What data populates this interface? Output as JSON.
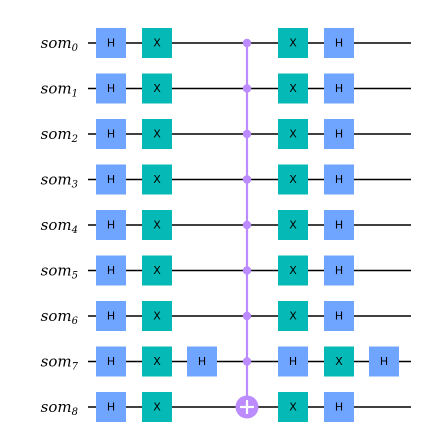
{
  "colors": {
    "wire": "#000000",
    "h_gate": "#6fa4ff",
    "x_gate": "#05bab6",
    "control": "#bb8bff",
    "gate_text": "#000000"
  },
  "qubits": [
    {
      "name": "som",
      "index": "0"
    },
    {
      "name": "som",
      "index": "1"
    },
    {
      "name": "som",
      "index": "2"
    },
    {
      "name": "som",
      "index": "3"
    },
    {
      "name": "som",
      "index": "4"
    },
    {
      "name": "som",
      "index": "5"
    },
    {
      "name": "som",
      "index": "6"
    },
    {
      "name": "som",
      "index": "7"
    },
    {
      "name": "som",
      "index": "8"
    }
  ],
  "gates": [
    {
      "label": "H",
      "type": "h",
      "qubit": 0,
      "step": 0
    },
    {
      "label": "H",
      "type": "h",
      "qubit": 1,
      "step": 0
    },
    {
      "label": "H",
      "type": "h",
      "qubit": 2,
      "step": 0
    },
    {
      "label": "H",
      "type": "h",
      "qubit": 3,
      "step": 0
    },
    {
      "label": "H",
      "type": "h",
      "qubit": 4,
      "step": 0
    },
    {
      "label": "H",
      "type": "h",
      "qubit": 5,
      "step": 0
    },
    {
      "label": "H",
      "type": "h",
      "qubit": 6,
      "step": 0
    },
    {
      "label": "H",
      "type": "h",
      "qubit": 7,
      "step": 0
    },
    {
      "label": "H",
      "type": "h",
      "qubit": 8,
      "step": 0
    },
    {
      "label": "X",
      "type": "x",
      "qubit": 0,
      "step": 1
    },
    {
      "label": "X",
      "type": "x",
      "qubit": 1,
      "step": 1
    },
    {
      "label": "X",
      "type": "x",
      "qubit": 2,
      "step": 1
    },
    {
      "label": "X",
      "type": "x",
      "qubit": 3,
      "step": 1
    },
    {
      "label": "X",
      "type": "x",
      "qubit": 4,
      "step": 1
    },
    {
      "label": "X",
      "type": "x",
      "qubit": 5,
      "step": 1
    },
    {
      "label": "X",
      "type": "x",
      "qubit": 6,
      "step": 1
    },
    {
      "label": "X",
      "type": "x",
      "qubit": 7,
      "step": 1
    },
    {
      "label": "X",
      "type": "x",
      "qubit": 8,
      "step": 1
    },
    {
      "label": "H",
      "type": "h",
      "qubit": 7,
      "step": 2
    },
    {
      "label": "X",
      "type": "x",
      "qubit": 0,
      "step": 4
    },
    {
      "label": "X",
      "type": "x",
      "qubit": 1,
      "step": 4
    },
    {
      "label": "X",
      "type": "x",
      "qubit": 2,
      "step": 4
    },
    {
      "label": "X",
      "type": "x",
      "qubit": 3,
      "step": 4
    },
    {
      "label": "X",
      "type": "x",
      "qubit": 4,
      "step": 4
    },
    {
      "label": "X",
      "type": "x",
      "qubit": 5,
      "step": 4
    },
    {
      "label": "X",
      "type": "x",
      "qubit": 6,
      "step": 4
    },
    {
      "label": "H",
      "type": "h",
      "qubit": 7,
      "step": 4
    },
    {
      "label": "X",
      "type": "x",
      "qubit": 8,
      "step": 4
    },
    {
      "label": "H",
      "type": "h",
      "qubit": 0,
      "step": 5
    },
    {
      "label": "H",
      "type": "h",
      "qubit": 1,
      "step": 5
    },
    {
      "label": "H",
      "type": "h",
      "qubit": 2,
      "step": 5
    },
    {
      "label": "H",
      "type": "h",
      "qubit": 3,
      "step": 5
    },
    {
      "label": "H",
      "type": "h",
      "qubit": 4,
      "step": 5
    },
    {
      "label": "H",
      "type": "h",
      "qubit": 5,
      "step": 5
    },
    {
      "label": "H",
      "type": "h",
      "qubit": 6,
      "step": 5
    },
    {
      "label": "X",
      "type": "x",
      "qubit": 7,
      "step": 5
    },
    {
      "label": "H",
      "type": "h",
      "qubit": 8,
      "step": 5
    },
    {
      "label": "H",
      "type": "h",
      "qubit": 7,
      "step": 6
    }
  ],
  "multi_controlled_x": {
    "step": 3,
    "controls": [
      0,
      1,
      2,
      3,
      4,
      5,
      6,
      7
    ],
    "target": 8
  }
}
